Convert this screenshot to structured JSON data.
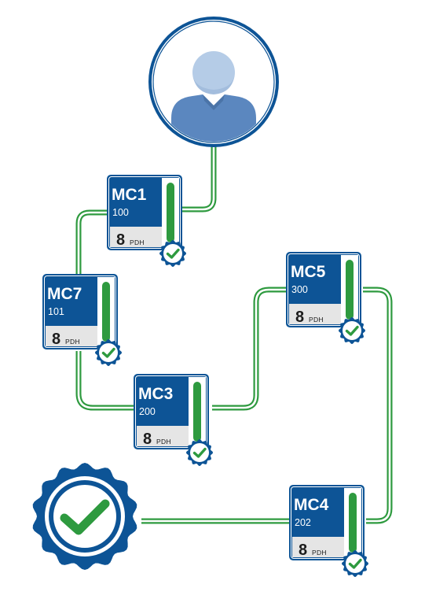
{
  "colors": {
    "primary": "#0d5496",
    "dark_blue": "#0a3f73",
    "light_blue": "#aec8e6",
    "user_body": "#5b87bf",
    "user_head": "#b5cce7",
    "green": "#2e9a3f",
    "footer_gray": "#e5e5e5"
  },
  "icons": {
    "start": "user-avatar-icon",
    "finish": "completion-seal-check-icon",
    "card_badge": "check-badge-icon"
  },
  "courses": [
    {
      "id": "mc1",
      "code": "MC1",
      "number": "100",
      "hours": "8",
      "unit": "PDH",
      "completed": true
    },
    {
      "id": "mc7",
      "code": "MC7",
      "number": "101",
      "hours": "8",
      "unit": "PDH",
      "completed": true
    },
    {
      "id": "mc3",
      "code": "MC3",
      "number": "200",
      "hours": "8",
      "unit": "PDH",
      "completed": true
    },
    {
      "id": "mc5",
      "code": "MC5",
      "number": "300",
      "hours": "8",
      "unit": "PDH",
      "completed": true
    },
    {
      "id": "mc4",
      "code": "MC4",
      "number": "202",
      "hours": "8",
      "unit": "PDH",
      "completed": true
    }
  ]
}
